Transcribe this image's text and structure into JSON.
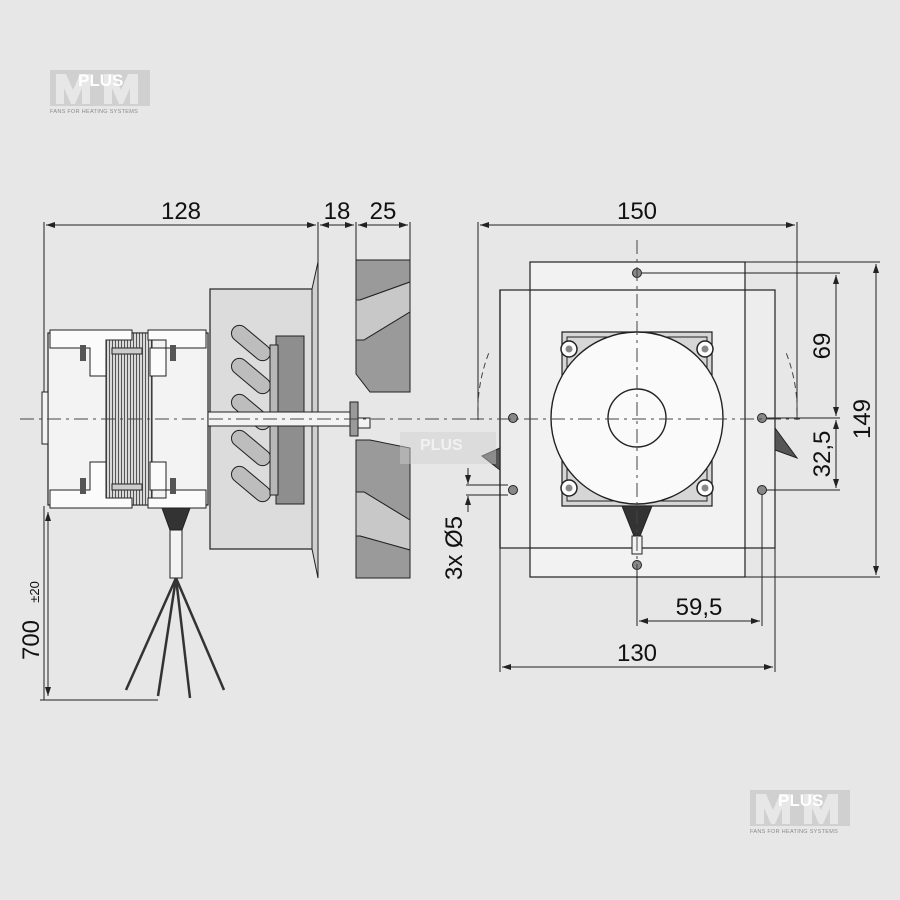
{
  "watermark": {
    "brand": "PLUS",
    "tagline": "FANS FOR HEATING SYSTEMS"
  },
  "side_view": {
    "dim_motor_length": "128",
    "dim_flange": "18",
    "dim_impeller": "25",
    "dim_cable_length": "700",
    "dim_cable_tolerance": "±20"
  },
  "front_view": {
    "dim_width_top": "150",
    "dim_height_right": "149",
    "dim_upper_offset": "69",
    "dim_lower_offset": "32,5",
    "dim_holes": "3x Ø5",
    "dim_hole_spacing": "59,5",
    "dim_width_bottom": "130"
  }
}
